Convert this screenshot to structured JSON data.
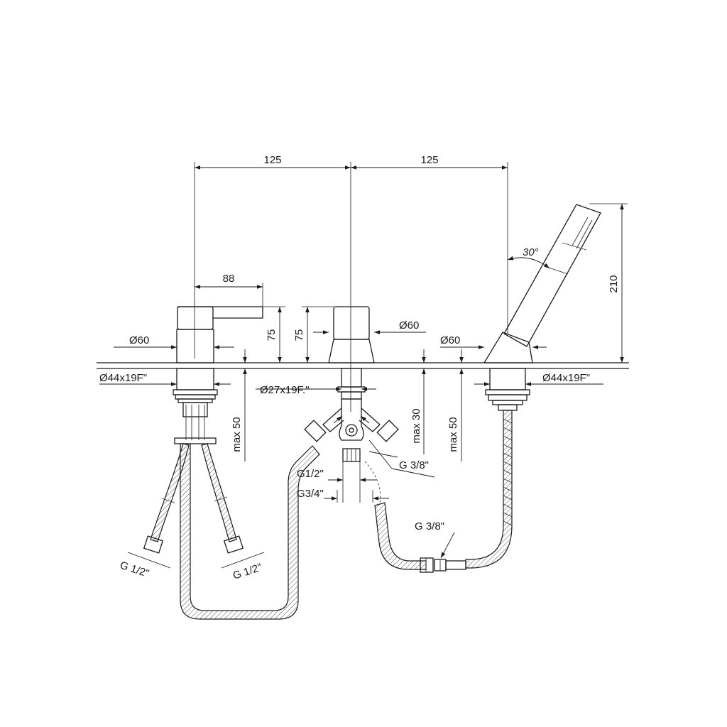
{
  "dimensions": {
    "spacing_left": "125",
    "spacing_right": "125",
    "lever_reach": "88",
    "mixer_height": "75",
    "diverter_height": "75",
    "shower_height": "210",
    "angle": "30°",
    "mixer_base_dia": "Ø60",
    "diverter_base_dia": "Ø60",
    "shower_base_dia": "Ø60",
    "mixer_hole": "Ø44x19F\"",
    "diverter_hole": "Ø27x19F.\"",
    "shower_hole": "Ø44x19F\"",
    "mixer_max": "max 50",
    "diverter_max": "max 30",
    "shower_max": "max 50",
    "outlet_thread": "G 3/8\"",
    "inner_thread": "G1/2\"",
    "outer_thread": "G3/4\"",
    "shower_hose_thread": "G 3/8\"",
    "inlet_left": "G 1/2\"",
    "inlet_right": "G 1/2\""
  }
}
